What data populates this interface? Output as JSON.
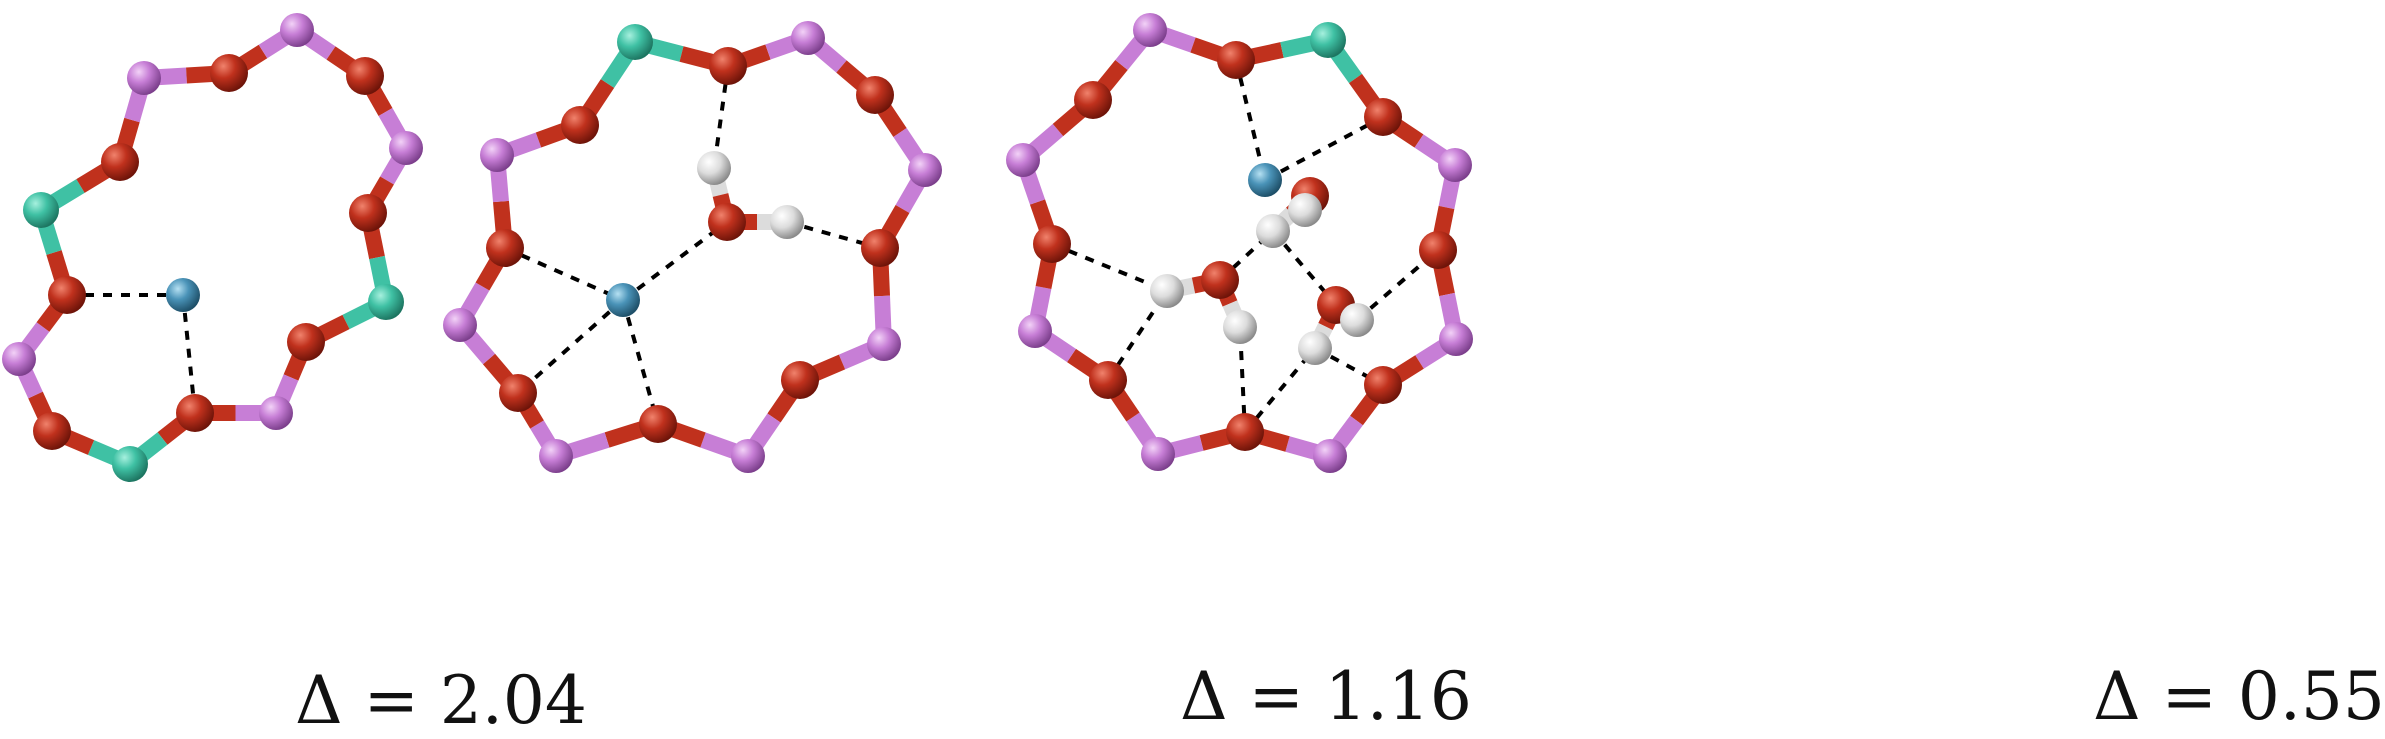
{
  "panels": [
    {
      "label": "Δ = 2.04"
    },
    {
      "label": "Δ = 1.16"
    },
    {
      "label": "Δ = 0.55"
    }
  ],
  "atom_colors": {
    "O": "#c0311d",
    "Si": "#c77ed6",
    "Al": "#3fc1a4",
    "Na": "#4a93b8",
    "H": "#dcdcdc"
  },
  "bond_color": "#c0311d",
  "hbond_color": "#000000"
}
